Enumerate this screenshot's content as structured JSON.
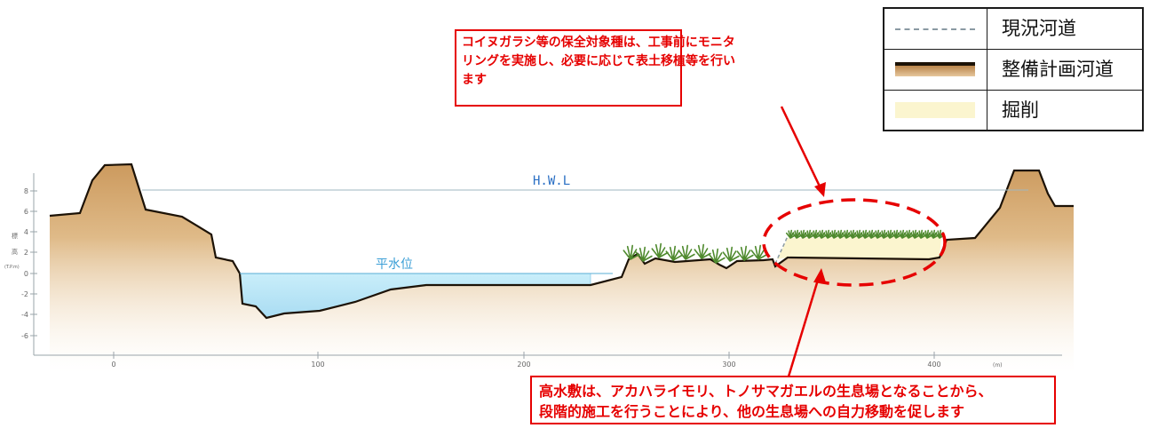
{
  "legend": {
    "items": [
      {
        "label": "現況河道"
      },
      {
        "label": "整備計画河道"
      },
      {
        "label": "掘削"
      }
    ]
  },
  "callouts": {
    "top": {
      "lines": [
        "コイヌガラシ等の保全対象種は、工事前にモニタ",
        "リングを実施し、必要に応じて表土移植等を行い",
        "ます"
      ]
    },
    "bottom": {
      "lines": [
        "高水敷は、アカハライモリ、トノサマガエルの生息場となることから、",
        "段階的施工を行うことにより、他の生息場への自力移動を促します"
      ]
    }
  },
  "diagram": {
    "hwl_label": "H.W.L",
    "normal_water_label": "平水位",
    "y_axis_label": [
      "標",
      "高"
    ],
    "y_axis_unit": "(T.P.m)",
    "x_axis_unit": "(m)",
    "y_ticks": [
      "8",
      "6",
      "4",
      "2",
      "0",
      "-2",
      "-4",
      "-6"
    ],
    "x_ticks": [
      "0",
      "100",
      "200",
      "300",
      "400"
    ]
  },
  "colors": {
    "callout_red": "#e60000",
    "water_blue": "#bfe6f6",
    "bank_tan": "#d9ae78",
    "excavation": "#fbf5cf",
    "hwl_line": "#9fb7c0",
    "label_blue": "#2a6fc4",
    "water_label_blue": "#3a9ed6"
  }
}
